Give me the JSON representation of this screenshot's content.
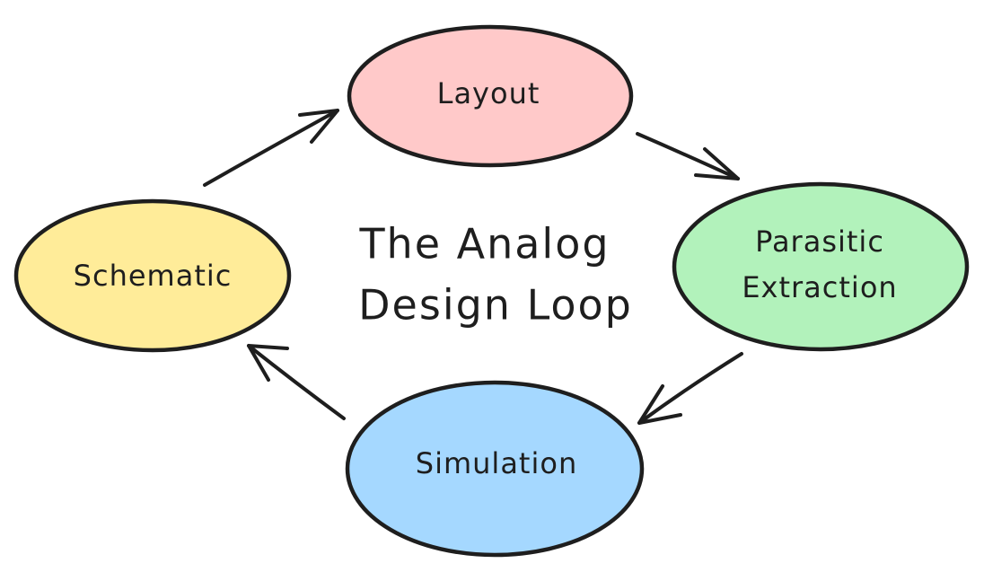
{
  "title": {
    "line1": "The Analog",
    "line2": "Design Loop"
  },
  "nodes": {
    "layout": {
      "label": "Layout",
      "fill": "#ffc9c9"
    },
    "parasitic_extraction": {
      "line1": "Parasitic",
      "line2": "Extraction",
      "fill": "#b2f2bb"
    },
    "simulation": {
      "label": "Simulation",
      "fill": "#a5d8ff"
    },
    "schematic": {
      "label": "Schematic",
      "fill": "#ffec99"
    }
  },
  "colors": {
    "stroke": "#1e1e1e",
    "background": "#ffffff"
  }
}
